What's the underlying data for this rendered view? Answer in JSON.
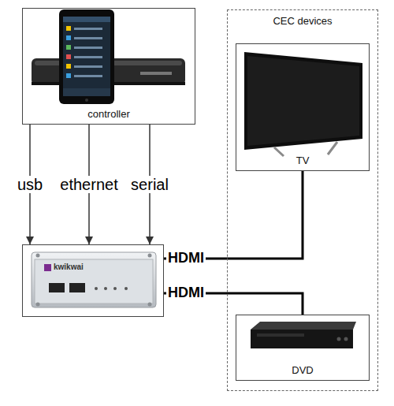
{
  "diagram": {
    "nodes": [
      {
        "text": [
          "controller"
        ]
      },
      {
        "text": [
          "kwikwai"
        ]
      },
      {
        "text": [
          "CEC devices"
        ]
      },
      {
        "text": [
          "TV"
        ],
        "in": 2
      },
      {
        "text": [
          "DVD"
        ],
        "in": 2
      }
    ],
    "edges": [
      {
        "from": 0,
        "to": 1,
        "label": "usb",
        "arrow": "to"
      },
      {
        "from": 0,
        "to": 1,
        "label": "ethernet",
        "arrow": "to"
      },
      {
        "from": 0,
        "to": 1,
        "label": "serial",
        "arrow": "to"
      },
      {
        "from": 1,
        "to": 3,
        "label": "HDMI",
        "arrow": "none"
      },
      {
        "from": 1,
        "to": 4,
        "label": "HDMI",
        "arrow": "none"
      }
    ]
  }
}
